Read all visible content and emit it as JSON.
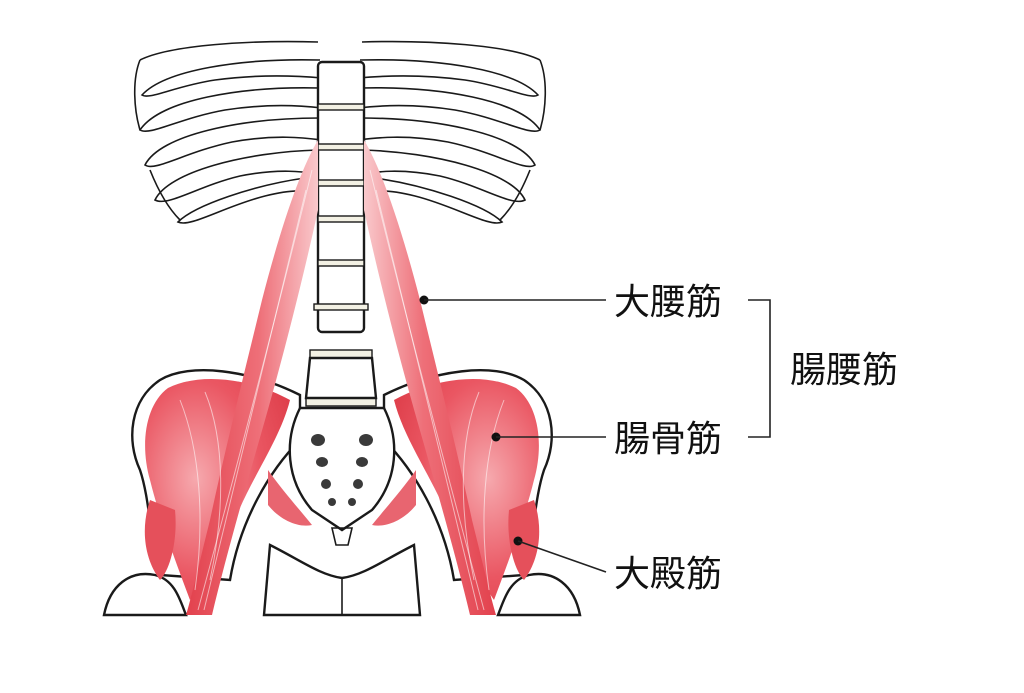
{
  "labels": {
    "psoas_major": "大腰筋",
    "iliacus": "腸骨筋",
    "iliopsoas": "腸腰筋",
    "gluteus_maximus": "大殿筋"
  },
  "colors": {
    "muscle": "#e8505b",
    "muscle_light": "#f7b3b8",
    "bone_outline": "#1a1a1a",
    "vertebra_fill": "#f3f1e4",
    "background": "#ffffff"
  }
}
